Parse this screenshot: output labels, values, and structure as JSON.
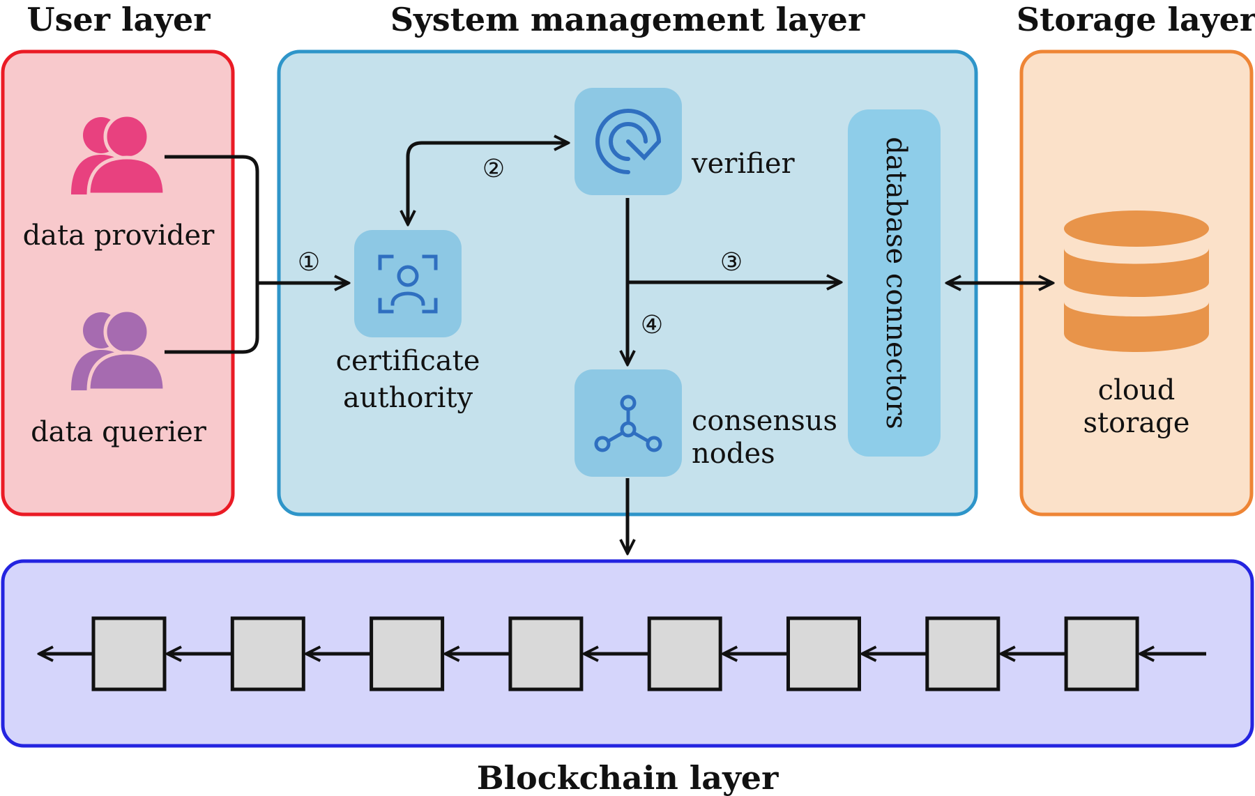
{
  "layers": {
    "user": {
      "title": "User layer",
      "fill": "#f8c9cc",
      "border": "#ea1b25"
    },
    "system": {
      "title": "System management layer",
      "fill": "#c5e1ec",
      "border": "#2e95c9"
    },
    "storage": {
      "title": "Storage layer",
      "fill": "#fbe1c9",
      "border": "#ee8535"
    },
    "blockchain": {
      "title": "Blockchain layer",
      "fill": "#d5d5fb",
      "border": "#2424e0",
      "block_count": 8,
      "block_fill": "#d9d9d9"
    }
  },
  "nodes": {
    "data_provider": {
      "label": "data provider",
      "icon": "users-icon",
      "color": "#e8417f"
    },
    "data_querier": {
      "label": "data querier",
      "icon": "users-icon",
      "color": "#a66bb0"
    },
    "certificate_authority": {
      "label_line1": "certificate",
      "label_line2": "authority",
      "icon": "user-scan-icon"
    },
    "verifier": {
      "label": "verifier",
      "icon": "radar-icon"
    },
    "consensus_nodes": {
      "label_line1": "consensus",
      "label_line2": "nodes",
      "icon": "network-hub-icon"
    },
    "database_connectors": {
      "label": "database connectors"
    },
    "cloud_storage": {
      "label_line1": "cloud",
      "label_line2": "storage",
      "icon": "database-icon",
      "color": "#e8944a"
    }
  },
  "steps": {
    "s1": "①",
    "s2": "②",
    "s3": "③",
    "s4": "④"
  },
  "colors": {
    "icon_tile": "#8dc8e4",
    "icon_glyph": "#2f6fc0",
    "db_connector_fill": "#8ecde9"
  }
}
